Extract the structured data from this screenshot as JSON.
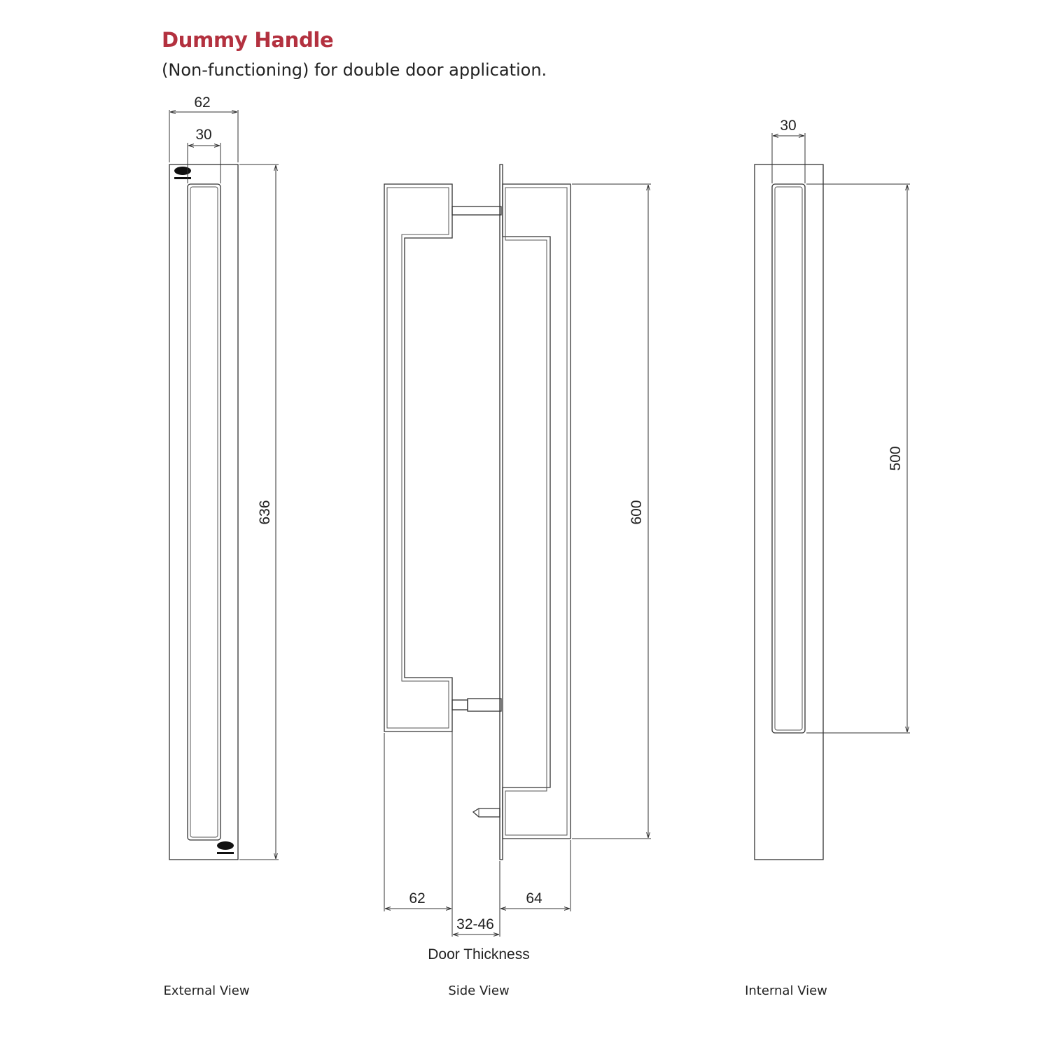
{
  "header": {
    "title": "Dummy Handle",
    "subtitle": "(Non-functioning) for double door application."
  },
  "views": {
    "external": {
      "caption": "External View",
      "dim_width_total": "62",
      "dim_width_bar": "30",
      "dim_height": "636"
    },
    "side": {
      "caption": "Side View",
      "dim_height": "600",
      "dim_left_projection": "62",
      "dim_right_projection": "64",
      "dim_door_thickness": "32-46",
      "door_thickness_label": "Door Thickness"
    },
    "internal": {
      "caption": "Internal View",
      "dim_width_bar": "30",
      "dim_height": "500"
    }
  },
  "colors": {
    "title": "#b3313f",
    "line": "#333333"
  }
}
